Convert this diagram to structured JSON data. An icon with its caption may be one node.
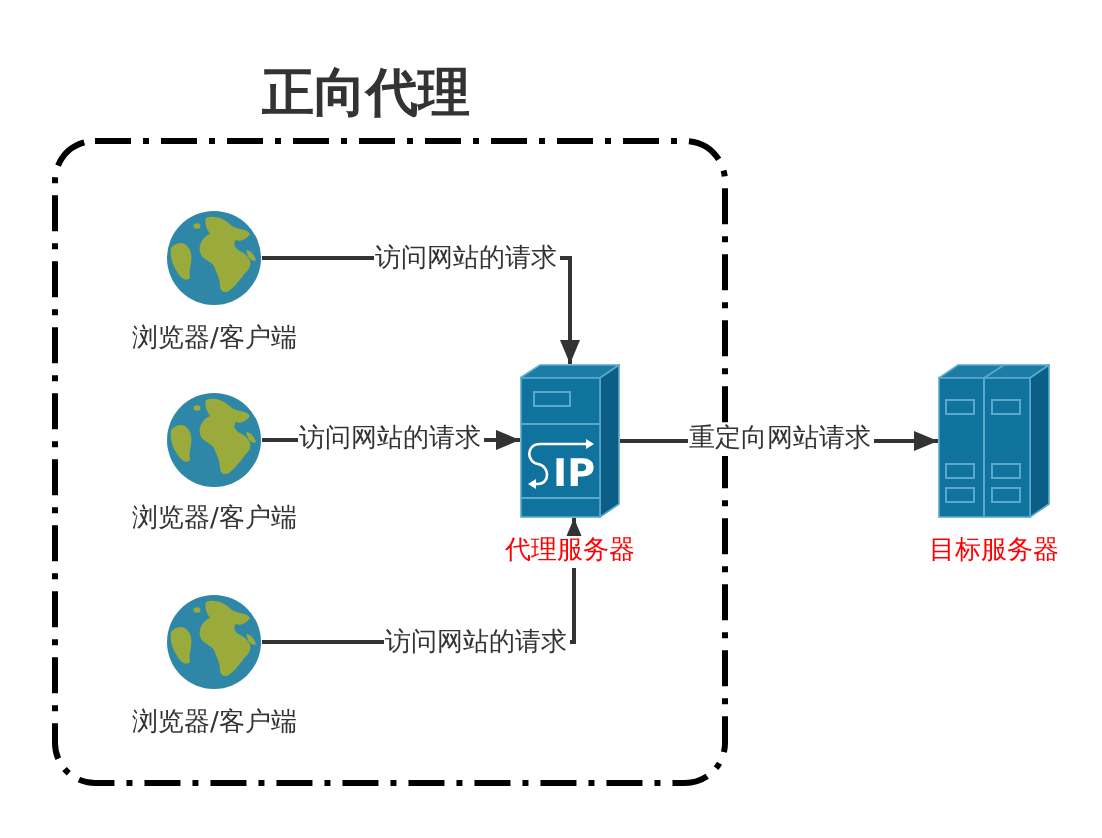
{
  "diagram": {
    "nodes": [
      {
        "text": [
          "正向代理"
        ]
      },
      {
        "text": [],
        "shape": "picture",
        "beside": [
          "浏览器/客户端"
        ],
        "in": 0
      },
      {
        "text": [],
        "shape": "picture",
        "beside": [
          "浏览器/客户端"
        ],
        "in": 0
      },
      {
        "text": [
          "IP"
        ],
        "beside": [
          "代理服务器"
        ],
        "in": 0
      },
      {
        "text": [],
        "shape": "picture",
        "beside": [
          "浏览器/客户端"
        ],
        "in": 0
      },
      {
        "text": [],
        "shape": "picture",
        "beside": [
          "目标服务器"
        ]
      }
    ],
    "edges": [
      {
        "from": 1,
        "to": 3,
        "arrow": "to",
        "label": "访问网站的请求"
      },
      {
        "from": 2,
        "to": 3,
        "arrow": "to",
        "label": "访问网站的请求"
      },
      {
        "from": 4,
        "to": 3,
        "arrow": "to",
        "label": "访问网站的请求"
      },
      {
        "from": 3,
        "to": 5,
        "arrow": "to",
        "label": "重定向网站请求"
      }
    ]
  }
}
